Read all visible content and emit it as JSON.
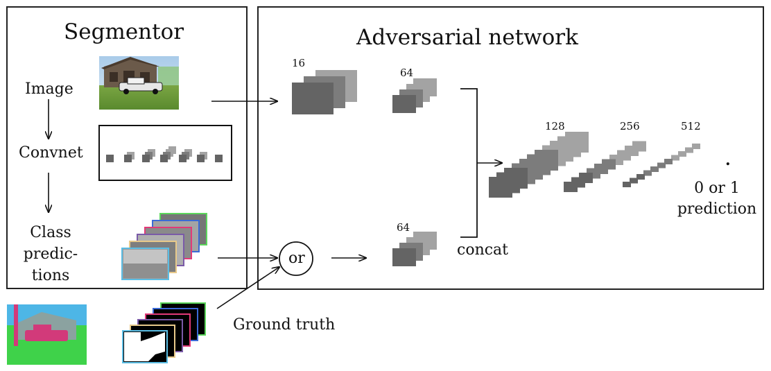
{
  "segmentor": {
    "title": "Segmentor",
    "image_label": "Image",
    "convnet_label": "Convnet",
    "class_label_lines": [
      "Class",
      "predic-",
      "tions"
    ]
  },
  "adversarial": {
    "title": "Adversarial network",
    "channels": [
      "16",
      "64",
      "64",
      "128",
      "256",
      "512"
    ],
    "concat_label": "concat",
    "or_label": "or",
    "output_dot": ".",
    "output_lines": [
      "0 or 1",
      "prediction"
    ]
  },
  "ground_truth_label": "Ground truth",
  "colors": {
    "block_front": "#646464",
    "block_mid": "#7c7c7c",
    "block_back": "#a3a3a3",
    "grass": "#6e9a3c",
    "sky": "#bcd7ee",
    "barn": "#6b5a4a",
    "seg_green": "#3fd24a",
    "seg_sky": "#4db6e6",
    "seg_barn": "#8ba2a0",
    "seg_truck": "#d23a7a",
    "frame_colors": [
      "#5bbde4",
      "#e8c98a",
      "#7a5aa8",
      "#e23a78",
      "#3a6ad6",
      "#5cd65c"
    ]
  }
}
